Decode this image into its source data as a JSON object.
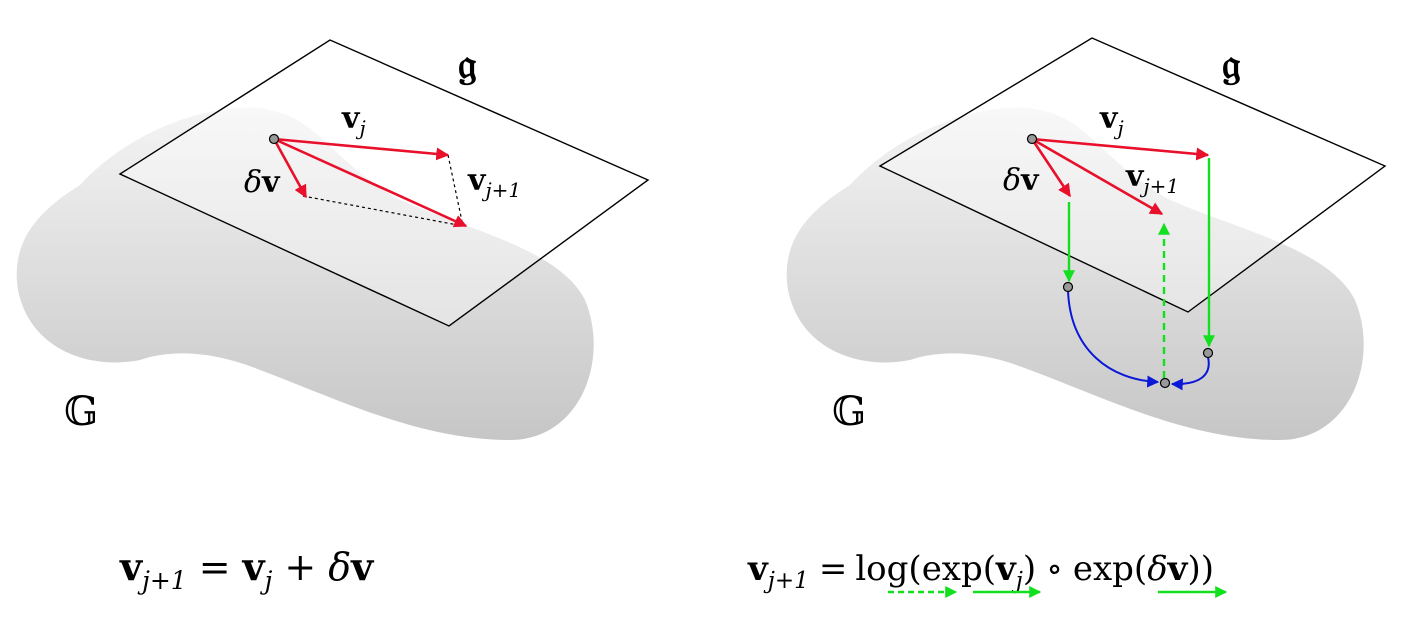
{
  "colors": {
    "vector": "#e8102a",
    "lift": "#12e01e",
    "geodesic": "#0a18d8",
    "outline": "#000000",
    "manifold_light": "#f4f4f4",
    "manifold_dark": "#c8c8c8",
    "point": "#999999"
  },
  "left_panel": {
    "lie_algebra_label": "𝔤",
    "group_label": "𝔾",
    "vj": {
      "base": "v",
      "sub": "j"
    },
    "dv": {
      "prefix": "δ",
      "base": "v"
    },
    "vj1": {
      "base": "v",
      "sub": "j+1"
    },
    "equation": {
      "lhs": {
        "base": "v",
        "sub": "j+1"
      },
      "eq": "=",
      "t1": {
        "base": "v",
        "sub": "j"
      },
      "plus": "+",
      "t2": {
        "prefix": "δ",
        "base": "v"
      }
    }
  },
  "right_panel": {
    "lie_algebra_label": "𝔤",
    "group_label": "𝔾",
    "vj": {
      "base": "v",
      "sub": "j"
    },
    "dv": {
      "prefix": "δ",
      "base": "v"
    },
    "vj1": {
      "base": "v",
      "sub": "j+1"
    },
    "equation": {
      "lhs": {
        "base": "v",
        "sub": "j+1"
      },
      "eq": "=",
      "log": "log",
      "lp1": "(",
      "exp1": "exp",
      "lp2": "(",
      "vj": {
        "base": "v",
        "sub": "j"
      },
      "rp1": ")",
      "circ": "∘",
      "exp2": "exp",
      "lp3": "(",
      "dv": {
        "prefix": "δ",
        "base": "v"
      },
      "rp2": "))"
    }
  }
}
